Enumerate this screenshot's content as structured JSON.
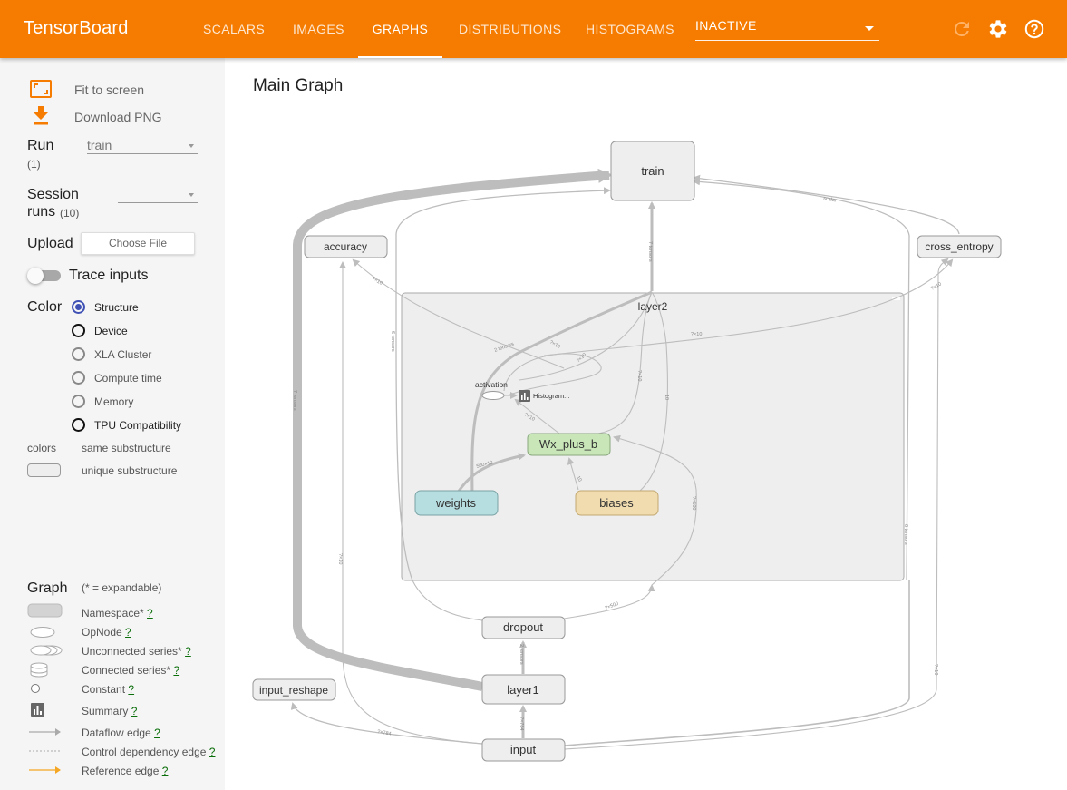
{
  "header": {
    "brand": "TensorBoard",
    "tabs": [
      {
        "label": "SCALARS"
      },
      {
        "label": "IMAGES"
      },
      {
        "label": "GRAPHS"
      },
      {
        "label": "DISTRIBUTIONS"
      },
      {
        "label": "HISTOGRAMS"
      }
    ],
    "inactive_select": "INACTIVE"
  },
  "sidebar": {
    "fit_to_screen": "Fit to screen",
    "download_png": "Download PNG",
    "run_label": "Run",
    "run_count": "(1)",
    "run_value": "train",
    "session_runs_label_1": "Session",
    "session_runs_label_2": "runs",
    "session_runs_count": "(10)",
    "session_runs_value": "",
    "upload_label": "Upload",
    "choose_file": "Choose File",
    "trace_inputs": "Trace inputs",
    "color_label": "Color",
    "color_options": [
      {
        "label": "Structure",
        "checked": true
      },
      {
        "label": "Device"
      },
      {
        "label": "XLA Cluster"
      },
      {
        "label": "Compute time"
      },
      {
        "label": "Memory"
      },
      {
        "label": "TPU Compatibility"
      }
    ],
    "colors_label": "colors",
    "same_substructure": "same substructure",
    "unique_substructure": "unique substructure",
    "graph_label": "Graph",
    "expandable_note": "(* = expandable)",
    "legend": [
      {
        "label": "Namespace*"
      },
      {
        "label": "OpNode"
      },
      {
        "label": "Unconnected series*"
      },
      {
        "label": "Connected series*"
      },
      {
        "label": "Constant"
      },
      {
        "label": "Summary"
      },
      {
        "label": "Dataflow edge"
      },
      {
        "label": "Control dependency edge"
      },
      {
        "label": "Reference edge"
      }
    ],
    "help": "?"
  },
  "main": {
    "title": "Main Graph"
  },
  "graph": {
    "nodes": {
      "train": "train",
      "accuracy": "accuracy",
      "cross_entropy": "cross_entropy",
      "layer2": "layer2",
      "activation": "activation",
      "histogram": "Histogram...",
      "wx_plus_b": "Wx_plus_b",
      "weights": "weights",
      "biases": "biases",
      "dropout": "dropout",
      "layer1": "layer1",
      "input_reshape": "input_reshape",
      "input": "input"
    },
    "edge_labels": {
      "layer1_train": "7 tensors",
      "layer2_train": "7 tensors",
      "ce_train": "scalar",
      "acc_layer2": "?×10",
      "ce_layer2": "?×10",
      "layer2_train_l": "6 tensors",
      "weights_act": "2 tensors",
      "act_hist": "?×10",
      "weights_wx": "500×10",
      "biases_wx": "10",
      "wx_act": "?×10",
      "biases_up": "10",
      "wx_up": "?×10",
      "dropout_wx": "?×500",
      "dropout_wx2": "?×500",
      "input_acc": "?×10",
      "input_ce": "?×10",
      "input_right": "6 tensors",
      "layer1_dropout": "2 tensors",
      "input_layer1": "?×784",
      "input_reshape": "?×784",
      "train_right": "6 tensors"
    }
  },
  "colors": {
    "header": "#f57c00",
    "sidebar_bg": "#f5f5f5",
    "namespace_fill": "#eeeeee",
    "weights_fill": "#b6dde0",
    "biases_fill": "#f1dcb0",
    "wx_fill": "#c8e6b8",
    "edge": "#bdbdbd",
    "radio_checked": "#3f51b5",
    "reference_edge": "#f5a623"
  }
}
